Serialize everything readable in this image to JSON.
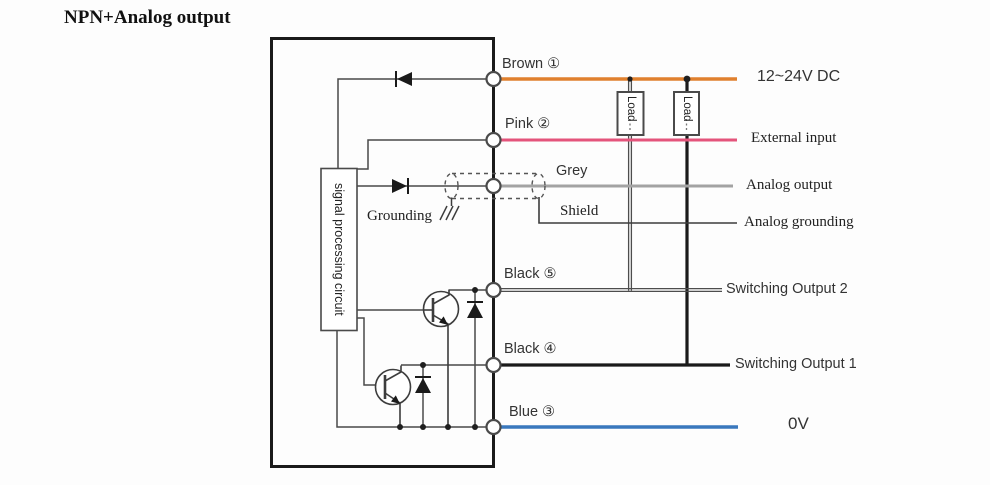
{
  "title": "NPN+Analog output",
  "processor_box": {
    "label": "signal processing circuit"
  },
  "grounding": {
    "label": "Grounding"
  },
  "loads": {
    "load1_label": "Load",
    "load2_label": "Load"
  },
  "wire_labels": {
    "brown": "Brown ①",
    "pink": "Pink ②",
    "grey": "Grey",
    "shield": "Shield",
    "black5": "Black ⑤",
    "black4": "Black ④",
    "blue": "Blue ③"
  },
  "connection_labels": {
    "power": "12~24V DC",
    "external_input": "External input",
    "analog_output": "Analog output",
    "analog_grounding": "Analog grounding",
    "switching_output2": "Switching Output 2",
    "switching_output1": "Switching Output 1",
    "zero_volt": "0V"
  },
  "colors": {
    "brown_wire": "#e0802e",
    "pink_wire": "#e4547b",
    "grey_wire": "#a3a3a3",
    "blue_wire": "#3a78bd",
    "black_wire": "#1a1a1a",
    "thin_circuit_line": "#4a4a4a"
  }
}
